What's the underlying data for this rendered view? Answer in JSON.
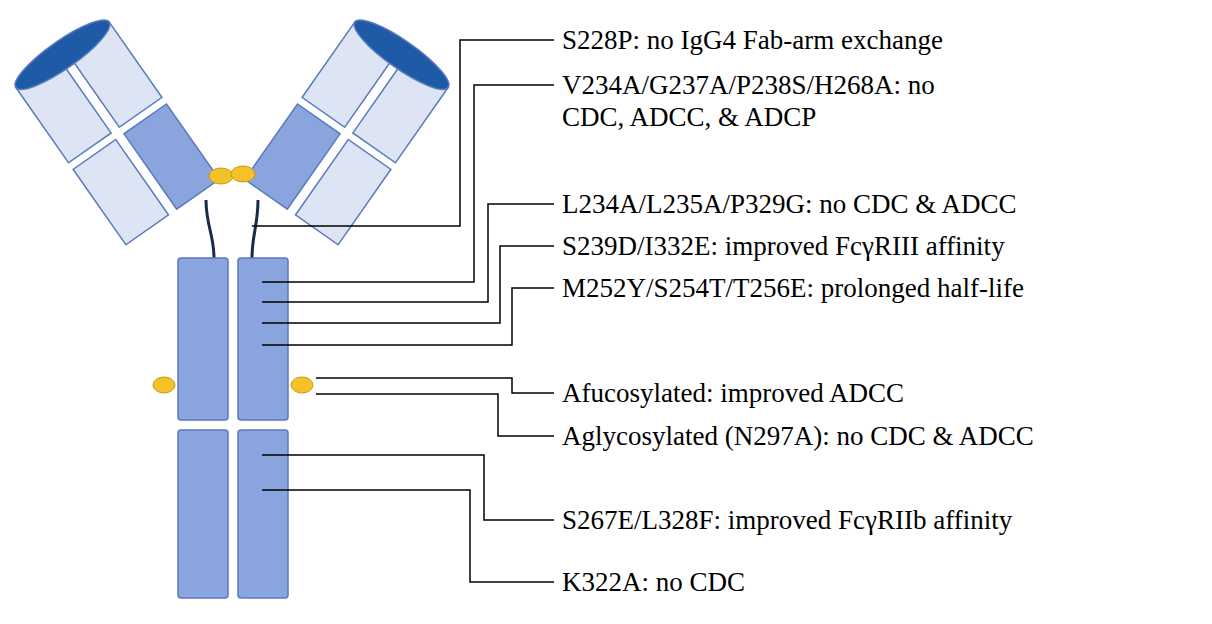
{
  "diagram": {
    "labels": [
      "S228P: no IgG4 Fab-arm exchange",
      "V234A/G237A/P238S/H268A: no CDC, ADCC, & ADCP",
      "L234A/L235A/P329G: no CDC & ADCC",
      "S239D/I332E: improved FcγRIII affinity",
      "M252Y/S254T/T256E: prolonged half-life",
      "Afucosylated: improved ADCC",
      "Aglycosylated (N297A): no CDC & ADCC",
      "S267E/L328F: improved FcγRIIb affinity",
      "K322A: no CDC"
    ]
  }
}
